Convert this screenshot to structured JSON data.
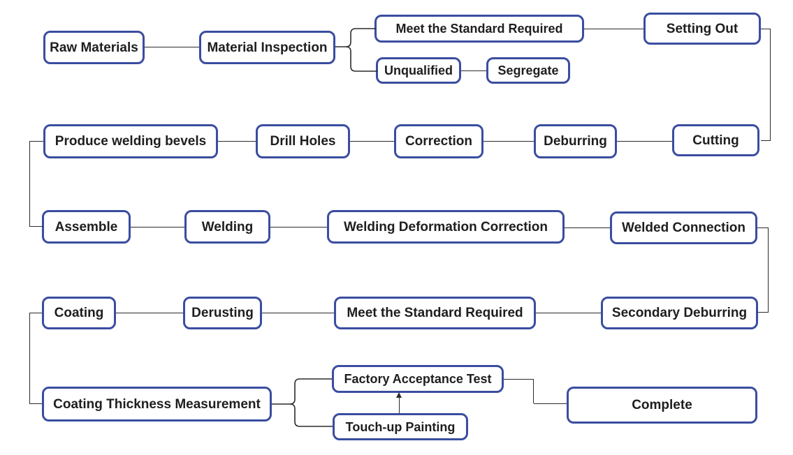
{
  "diagram": {
    "type": "flowchart",
    "description": "Steel fabrication process flowchart",
    "colors": {
      "box_border": "#3a4da0",
      "box_fill": "#ffffff",
      "text": "#1e1e1e",
      "line": "#2b2b2b",
      "background": "#ffffff"
    },
    "nodes": {
      "raw_materials": {
        "label": "Raw Materials"
      },
      "material_inspection": {
        "label": "Material Inspection"
      },
      "meet_standard_1": {
        "label": "Meet the Standard Required"
      },
      "setting_out": {
        "label": "Setting Out"
      },
      "unqualified": {
        "label": "Unqualified"
      },
      "segregate": {
        "label": "Segregate"
      },
      "produce_welding_bevels": {
        "label": "Produce welding bevels"
      },
      "drill_holes": {
        "label": "Drill Holes"
      },
      "correction": {
        "label": "Correction"
      },
      "deburring": {
        "label": "Deburring"
      },
      "cutting": {
        "label": "Cutting"
      },
      "assemble": {
        "label": "Assemble"
      },
      "welding": {
        "label": "Welding"
      },
      "welding_deformation_correction": {
        "label": "Welding Deformation Correction"
      },
      "welded_connection": {
        "label": "Welded Connection"
      },
      "coating": {
        "label": "Coating"
      },
      "derusting": {
        "label": "Derusting"
      },
      "meet_standard_2": {
        "label": "Meet the Standard Required"
      },
      "secondary_deburring": {
        "label": "Secondary Deburring"
      },
      "coating_thickness_measurement": {
        "label": "Coating Thickness Measurement"
      },
      "factory_acceptance_test": {
        "label": "Factory Acceptance Test"
      },
      "touch_up_painting": {
        "label": "Touch-up Painting"
      },
      "complete": {
        "label": "Complete"
      }
    },
    "edges": [
      {
        "from": "raw_materials",
        "to": "material_inspection",
        "arrow": false
      },
      {
        "from": "material_inspection",
        "to": "meet_standard_1",
        "arrow": false,
        "branch": true
      },
      {
        "from": "material_inspection",
        "to": "unqualified",
        "arrow": false,
        "branch": true
      },
      {
        "from": "meet_standard_1",
        "to": "setting_out",
        "arrow": false
      },
      {
        "from": "unqualified",
        "to": "segregate",
        "arrow": false
      },
      {
        "from": "setting_out",
        "to": "cutting",
        "arrow": false
      },
      {
        "from": "cutting",
        "to": "deburring",
        "arrow": false
      },
      {
        "from": "deburring",
        "to": "correction",
        "arrow": false
      },
      {
        "from": "correction",
        "to": "drill_holes",
        "arrow": false
      },
      {
        "from": "drill_holes",
        "to": "produce_welding_bevels",
        "arrow": false
      },
      {
        "from": "produce_welding_bevels",
        "to": "assemble",
        "arrow": false
      },
      {
        "from": "assemble",
        "to": "welding",
        "arrow": false
      },
      {
        "from": "welding",
        "to": "welding_deformation_correction",
        "arrow": false
      },
      {
        "from": "welding_deformation_correction",
        "to": "welded_connection",
        "arrow": false
      },
      {
        "from": "welded_connection",
        "to": "secondary_deburring",
        "arrow": false
      },
      {
        "from": "secondary_deburring",
        "to": "meet_standard_2",
        "arrow": false
      },
      {
        "from": "meet_standard_2",
        "to": "derusting",
        "arrow": false
      },
      {
        "from": "derusting",
        "to": "coating",
        "arrow": false
      },
      {
        "from": "coating",
        "to": "coating_thickness_measurement",
        "arrow": false
      },
      {
        "from": "coating_thickness_measurement",
        "to": "factory_acceptance_test",
        "arrow": false,
        "branch": true
      },
      {
        "from": "coating_thickness_measurement",
        "to": "touch_up_painting",
        "arrow": false,
        "branch": true
      },
      {
        "from": "touch_up_painting",
        "to": "factory_acceptance_test",
        "arrow": true
      },
      {
        "from": "factory_acceptance_test",
        "to": "complete",
        "arrow": false
      }
    ]
  }
}
